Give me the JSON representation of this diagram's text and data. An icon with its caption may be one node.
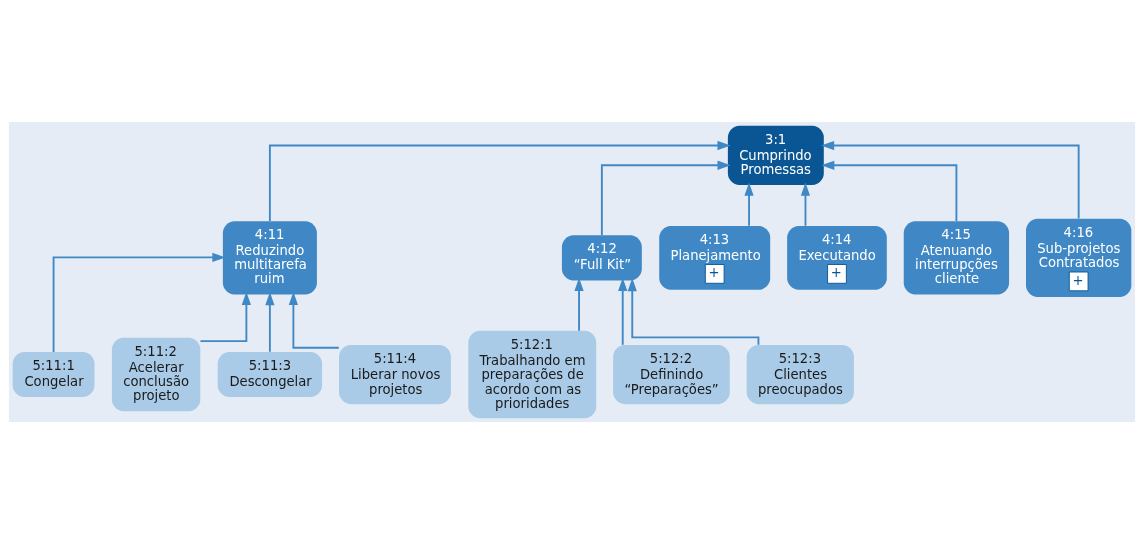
{
  "diagram": {
    "nodes": [
      {
        "text": [
          "3:1",
          "Cumprindo Promessas"
        ]
      },
      {
        "text": [
          "4:11",
          "Reduzindo multitarefa ruim"
        ]
      },
      {
        "text": [
          "4:12",
          "“Full Kit”"
        ]
      },
      {
        "text": [
          "4:13",
          "Planejamento",
          "+"
        ]
      },
      {
        "text": [
          "4:14",
          "Executando",
          "+"
        ]
      },
      {
        "text": [
          "4:15",
          "Atenuando interrupções cliente"
        ]
      },
      {
        "text": [
          "4:16",
          "Sub-projetos Contratados",
          "+"
        ]
      },
      {
        "text": [
          "5:11:1",
          "Congelar"
        ]
      },
      {
        "text": [
          "5:11:2",
          "Acelerar conclusão projeto"
        ]
      },
      {
        "text": [
          "5:11:3",
          "Descongelar"
        ]
      },
      {
        "text": [
          "5:11:4",
          "Liberar novos projetos"
        ]
      },
      {
        "text": [
          "5:12:1",
          "Trabalhando em preparações de acordo com as prioridades"
        ]
      },
      {
        "text": [
          "5:12:2",
          "Definindo “Preparações”"
        ]
      },
      {
        "text": [
          "5:12:3",
          "Clientes preocupados"
        ]
      }
    ],
    "edges": [
      {
        "from": 1,
        "to": 0,
        "arrow": "to"
      },
      {
        "from": 2,
        "to": 0,
        "arrow": "to"
      },
      {
        "from": 3,
        "to": 0,
        "arrow": "to"
      },
      {
        "from": 4,
        "to": 0,
        "arrow": "to"
      },
      {
        "from": 5,
        "to": 0,
        "arrow": "to"
      },
      {
        "from": 6,
        "to": 0,
        "arrow": "to"
      },
      {
        "from": 7,
        "to": 1,
        "arrow": "to"
      },
      {
        "from": 8,
        "to": 1,
        "arrow": "to"
      },
      {
        "from": 9,
        "to": 1,
        "arrow": "to"
      },
      {
        "from": 10,
        "to": 1,
        "arrow": "to"
      },
      {
        "from": 11,
        "to": 2,
        "arrow": "to"
      },
      {
        "from": 12,
        "to": 2,
        "arrow": "to"
      },
      {
        "from": 13,
        "to": 2,
        "arrow": "to"
      }
    ]
  }
}
